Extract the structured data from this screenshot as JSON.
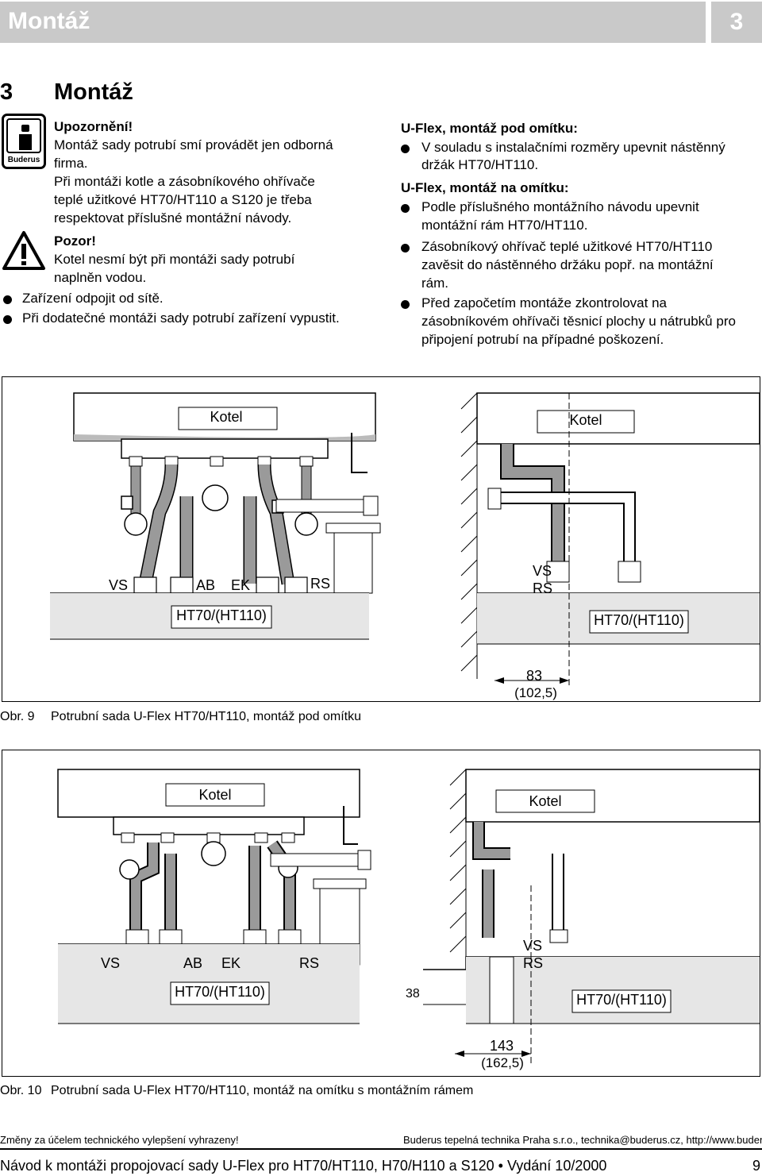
{
  "header": {
    "title": "Montáž",
    "chapter_number": "3"
  },
  "section": {
    "number": "3",
    "title": "Montáž"
  },
  "icons": {
    "info": "info-icon",
    "warning": "warning-triangle-icon",
    "info_brand": "Buderus"
  },
  "left_column": {
    "note_heading": "Upozornění!",
    "note_lines": [
      "Montáž sady potrubí smí provádět jen odborná",
      "firma.",
      "Při montáži kotle a zásobníkového ohřívače",
      "teplé užitkové HT70/HT110 a S120 je třeba",
      "respektovat příslušné montážní návody."
    ],
    "warning_heading": "Pozor!",
    "warning_lines": [
      "Kotel nesmí být při montáži sady potrubí",
      "naplněn vodou."
    ],
    "bullets": [
      "Zařízení odpojit od sítě.",
      "Při dodatečné montáži sady potrubí zařízení vypustit."
    ]
  },
  "right_column": {
    "heading1": "U-Flex, montáž pod omítku:",
    "bullet1": [
      "V souladu s instalačními rozměry upevnit nástěnný",
      "držák HT70/HT110."
    ],
    "heading2": "U-Flex, montáž na omítku:",
    "bullet2": [
      "Podle příslušného montážního návodu upevnit",
      "montážní rám HT70/HT110."
    ],
    "bullet3": [
      "Zásobníkový ohřívač teplé užitkové HT70/HT110",
      "zavěsit do nástěnného držáku popř. na montážní",
      "rám."
    ],
    "bullet4": [
      "Před započetím montáže zkontrolovat na",
      "zásobníkovém ohřívači těsnicí plochy u nátrubků pro",
      "připojení potrubí na případné poškození."
    ]
  },
  "figure9": {
    "left_labels": {
      "kotel": "Kotel",
      "vs": "VS",
      "ab": "AB",
      "ek": "EK",
      "rs": "RS",
      "tank": "HT70/(HT110)"
    },
    "right_labels": {
      "kotel": "Kotel",
      "vs": "VS",
      "rs": "RS",
      "tank": "HT70/(HT110)",
      "dim1": "83",
      "dim2": "(102,5)"
    },
    "caption_num": "Obr. 9",
    "caption_text": "Potrubní sada U-Flex HT70/HT110, montáž pod omítku"
  },
  "figure10": {
    "left_labels": {
      "kotel": "Kotel",
      "vs": "VS",
      "ab": "AB",
      "ek": "EK",
      "rs": "RS",
      "tank": "HT70/(HT110)"
    },
    "right_labels": {
      "kotel": "Kotel",
      "vs": "VS",
      "rs": "RS",
      "tank": "HT70/(HT110)",
      "dim_side": "38",
      "dim1": "143",
      "dim2": "(162,5)"
    },
    "caption_num": "Obr. 10",
    "caption_text": "Potrubní sada U-Flex HT70/HT110, montáž na omítku s montážním rámem"
  },
  "footer": {
    "left_note": "Změny za účelem technického vylepšení vyhrazeny!",
    "right_note": "Buderus tepelná technika Praha s.r.o., technika@buderus.cz, http://www.buderus.cz",
    "document_title": "Návod k montáži propojovací sady U-Flex pro HT70/HT110, H70/H110 a S120 • Vydání 10/2000",
    "page_number": "9"
  }
}
